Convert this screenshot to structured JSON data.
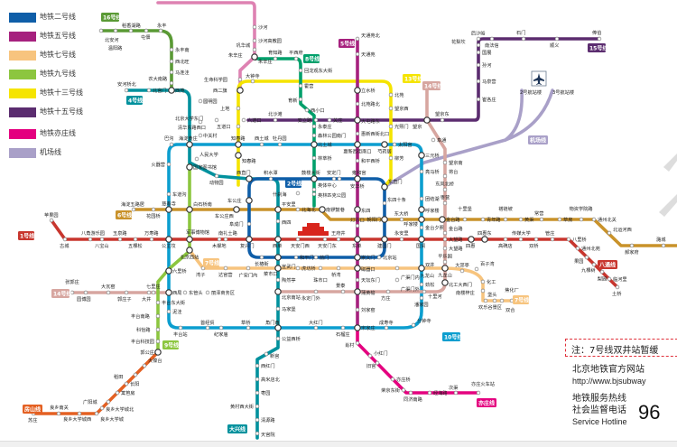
{
  "legend": [
    {
      "label": "地铁二号线",
      "color": "#0f5ea8"
    },
    {
      "label": "地铁五号线",
      "color": "#a6217e"
    },
    {
      "label": "地铁七号线",
      "color": "#f7c47e"
    },
    {
      "label": "地铁九号线",
      "color": "#8cc63f"
    },
    {
      "label": "地铁十三号线",
      "color": "#f5e400"
    },
    {
      "label": "地铁十五号线",
      "color": "#5b2c6f"
    },
    {
      "label": "地铁亦庄线",
      "color": "#e4007f"
    },
    {
      "label": "机场线",
      "color": "#a9a0c8"
    }
  ],
  "line_badges": [
    "1号线",
    "2号线",
    "4号线",
    "5号线",
    "6号线",
    "7号线",
    "7号线",
    "8号线",
    "9号线",
    "10号线",
    "13号线",
    "14号线",
    "14号线",
    "15号线",
    "八通线",
    "机场线",
    "亦庄线",
    "大兴线",
    "房山线",
    "16号线"
  ],
  "airport": {
    "t2": "2号航站楼",
    "t3": "3号航站楼"
  },
  "stations": [
    "苹果园",
    "古城",
    "八角游乐园",
    "八宝山",
    "玉泉路",
    "五棵松",
    "万寿路",
    "公主坟",
    "军事博物馆",
    "木樨地",
    "南礼士路",
    "复兴门",
    "西单",
    "天安门西",
    "天安门东",
    "王府井",
    "东单",
    "建国门",
    "永安里",
    "国贸",
    "大望路",
    "四惠",
    "四惠东",
    "高碑店",
    "传媒大学",
    "双桥",
    "管庄",
    "八里桥",
    "通州北苑",
    "果园",
    "九棵树",
    "梨园",
    "临河里",
    "土桥",
    "西直门",
    "积水潭",
    "鼓楼大街",
    "安定门",
    "雍和宫",
    "东直门",
    "东四十条",
    "朝阳门",
    "北京站",
    "崇文门",
    "前门",
    "和平门",
    "宣武门",
    "长椿街",
    "车公庄",
    "阜成门",
    "巴沟",
    "海淀黄庄",
    "知春路",
    "西土城",
    "牡丹园",
    "北土城",
    "惠新西街南口",
    "太阳宫",
    "三元桥",
    "亮马桥",
    "团结湖",
    "呼家楼",
    "金台夕照",
    "双井",
    "劲松",
    "潘家园",
    "分钟寺",
    "成寿寺",
    "石榴庄",
    "大红门",
    "角门西",
    "草桥",
    "纪家庙",
    "首经贸",
    "丰台站",
    "泥洼",
    "西局",
    "六里桥",
    "慈寿寺",
    "车道沟",
    "火器营",
    "安河桥北",
    "北宫门",
    "西苑",
    "圆明园",
    "北京大学东门",
    "中关村",
    "人民大学",
    "国家图书馆",
    "动物园",
    "西四",
    "菜市口",
    "陶然亭",
    "北京南站",
    "马家堡",
    "公益西桥",
    "新宫",
    "西红门",
    "高米店北",
    "枣园",
    "黄村西大街",
    "清源路",
    "天宫院",
    "天通苑北",
    "天通苑",
    "立水桥",
    "北苑路北",
    "大屯路东",
    "惠新西街北口",
    "和平西桥",
    "东四",
    "灯市口",
    "磁器口",
    "天坛东门",
    "蒲黄榆",
    "刘家窑",
    "宋家庄",
    "肖村",
    "小红门",
    "旧宫",
    "亦庄桥",
    "荣京东街",
    "同济南路",
    "经海路",
    "次渠",
    "亦庄火车站",
    "海淀五路居",
    "花园桥",
    "白石桥南",
    "车公庄西",
    "平安里",
    "北海北",
    "南锣鼓巷",
    "东大桥",
    "呼家楼",
    "金台路",
    "十里堡",
    "青年路",
    "褡裢坡",
    "黄渠",
    "常营",
    "草房",
    "物资学院路",
    "通州北关",
    "北运河西",
    "郝家府",
    "潞城",
    "北京西站",
    "湾子",
    "达官营",
    "广安门内",
    "虎坊桥",
    "珠市口",
    "桥湾",
    "广渠门内",
    "广渠门外",
    "九龙山",
    "大郊亭",
    "百子湾",
    "化工",
    "南楼梓庄",
    "欢乐谷景区",
    "垡头",
    "双合",
    "焦化厂",
    "朱辛庄",
    "育知路",
    "平西府",
    "回龙观东大街",
    "霍营",
    "育新",
    "西小口",
    "永泰庄",
    "林萃桥",
    "森林公园南门",
    "奥林匹克公园",
    "奥体中心",
    "安华桥",
    "什刹海",
    "西二旗",
    "上地",
    "五道口",
    "知春路",
    "大钟寺",
    "北苑",
    "望京西",
    "芍药居",
    "光熙门",
    "柳芳",
    "清华东路西口",
    "六道口",
    "北沙滩",
    "安立路",
    "关庄",
    "望京",
    "望京东",
    "崔各庄",
    "马泉营",
    "孙河",
    "国展",
    "花梨坎",
    "后沙峪",
    "南法信",
    "石门",
    "顺义",
    "俸伯",
    "张郭庄",
    "园博园",
    "大瓦窑",
    "郭庄子",
    "大井",
    "七里庄",
    "东管头",
    "丽泽商务区",
    "永定门外",
    "景泰",
    "方庄",
    "十里河",
    "北工大西门",
    "平乐园",
    "九龙山",
    "大望路",
    "金台路",
    "枣营",
    "东风北桥",
    "将台",
    "望京南",
    "阜通",
    "丰台东大街",
    "丰台南路",
    "科怡路",
    "丰台科技园",
    "郭公庄",
    "大葆台",
    "稻田",
    "长阳",
    "篱笆房",
    "广阳城",
    "良乡大学城北",
    "良乡大学城",
    "良乡大学城西",
    "良乡南关",
    "苏庄",
    "沙河",
    "沙河高教园",
    "巩华城",
    "朱辛庄",
    "生命科学园",
    "北安河",
    "温阳路",
    "稻香湖路",
    "屯佃",
    "永丰",
    "永丰南",
    "西北旺",
    "马连洼",
    "农大南路"
  ],
  "notice": {
    "text": "注：7号线双井站暂缓"
  },
  "info": {
    "site_title": "北京地铁官方网站",
    "site_url": "http://www.bjsubway",
    "hotline_title": "地铁服务热线",
    "supervise_title": "社会监督电话",
    "hotline_en": "Service Hotline",
    "hotline_number": "96"
  }
}
